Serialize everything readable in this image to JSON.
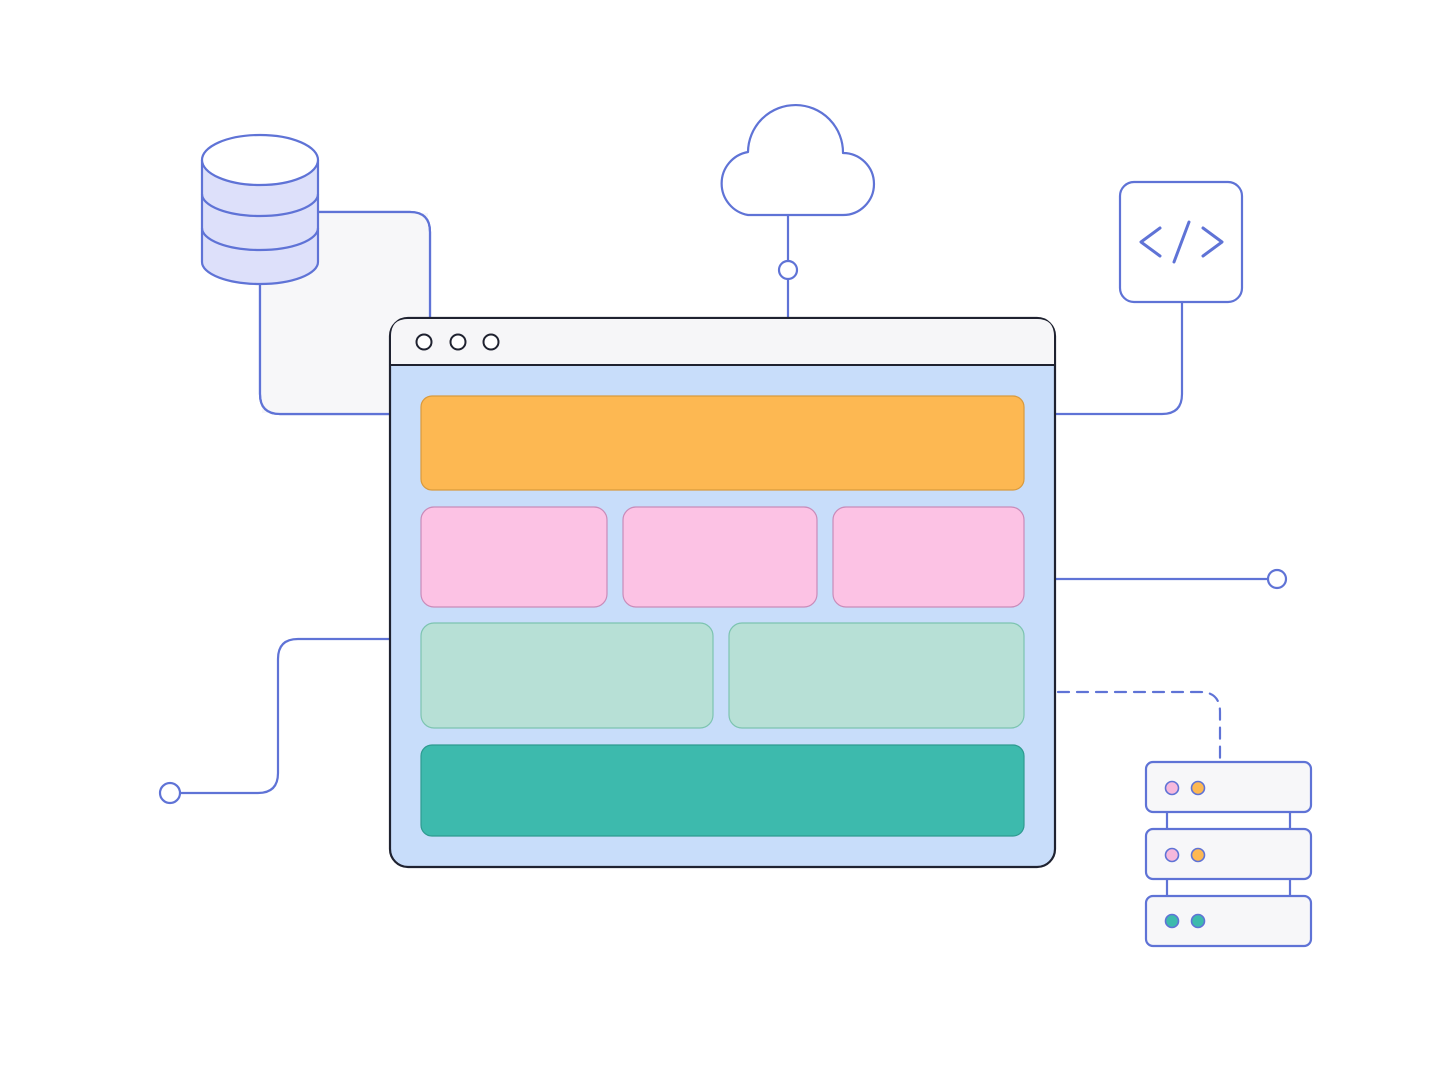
{
  "colors": {
    "line": "#5f73d6",
    "window_border": "#1f2230",
    "window_body": "#c8ddfa",
    "titlebar": "#f6f6f8",
    "header_block": "#fdb852",
    "header_block_border": "#d99a3d",
    "pink_block": "#fcc2e4",
    "pink_block_border": "#c98bb9",
    "mint_block": "#b7e0d6",
    "mint_block_border": "#7cc4b0",
    "teal_block": "#3dbaad",
    "teal_block_border": "#2e9b90",
    "database_fill": "#dde0fa",
    "panel_fill": "#f7f7f9",
    "dot_pink": "#f6b8dc",
    "dot_orange": "#fdb852",
    "dot_teal": "#3dbaad"
  },
  "icons": {
    "database": "database-icon",
    "cloud": "cloud-icon",
    "code": "code-brackets-icon",
    "server": "server-stack-icon"
  },
  "window": {
    "controls": [
      "window-dot",
      "window-dot",
      "window-dot"
    ]
  },
  "server_rows": [
    {
      "dot1": "dot_pink",
      "dot2": "dot_orange"
    },
    {
      "dot1": "dot_pink",
      "dot2": "dot_orange"
    },
    {
      "dot1": "dot_teal",
      "dot2": "dot_teal"
    }
  ]
}
